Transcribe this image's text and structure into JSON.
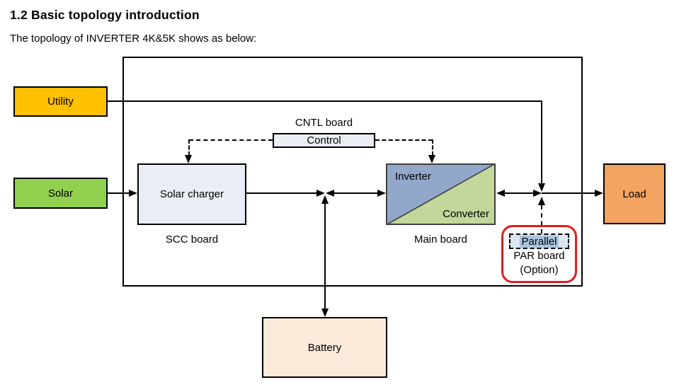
{
  "page": {
    "title": "1.2 Basic topology introduction",
    "subtitle": "The topology of INVERTER 4K&5K shows as below:"
  },
  "diagram": {
    "nodes": {
      "utility": {
        "label": "Utility",
        "fill": "#FFC000"
      },
      "solar": {
        "label": "Solar",
        "fill": "#92D050"
      },
      "solar_charger": {
        "label": "Solar charger",
        "fill": "#EAEDF4",
        "board_label": "SCC board"
      },
      "control": {
        "label": "Control",
        "fill": "#EAEDF4",
        "board_label": "CNTL board"
      },
      "main_board": {
        "inverter_label": "Inverter",
        "converter_label": "Converter",
        "board_label": "Main board",
        "inverter_fill": "#91A8CA",
        "converter_fill": "#C3D69B"
      },
      "load": {
        "label": "Load",
        "fill": "#F2A460"
      },
      "battery": {
        "label": "Battery",
        "fill": "#FCEADA"
      },
      "parallel": {
        "label": "Parallel",
        "board_label": "PAR board",
        "option_label": "(Option)",
        "highlight_fill": "#A9C4DF",
        "outline_color": "#E01E1E"
      }
    },
    "connections": [
      "Utility -> AC bus (down into junction before Load)",
      "Solar -> Solar charger",
      "Solar charger <-> DC bus junction <-> Inverter/Converter",
      "DC bus junction <-> Battery",
      "Inverter/Converter <-> AC junction -> Load",
      "Control --dashed--> Solar charger",
      "Control --dashed--> Inverter",
      "Parallel --dashed--> AC junction"
    ]
  }
}
